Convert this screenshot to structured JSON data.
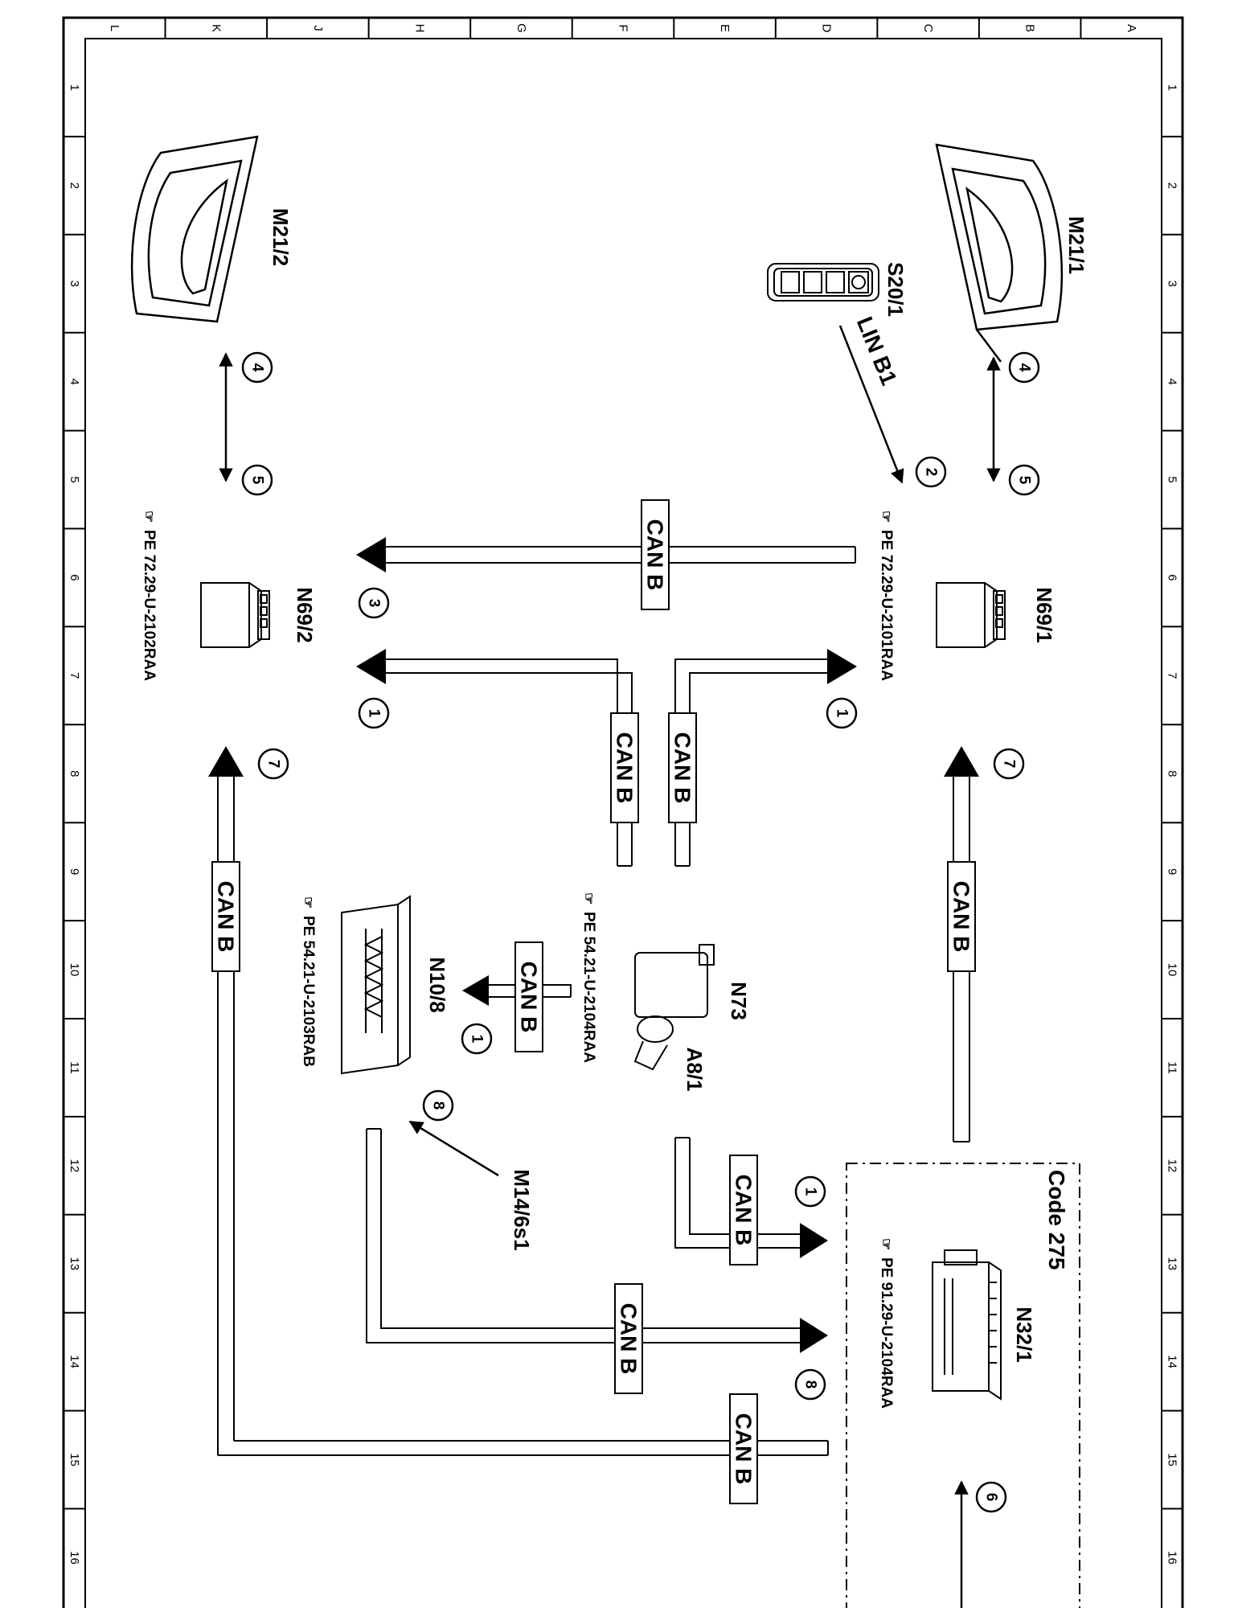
{
  "ruler": {
    "letters": [
      "L",
      "K",
      "J",
      "H",
      "G",
      "F",
      "E",
      "D",
      "C",
      "B",
      "A"
    ],
    "numbers": [
      "1",
      "2",
      "3",
      "4",
      "5",
      "6",
      "7",
      "8",
      "9",
      "10",
      "11",
      "12",
      "13",
      "14",
      "15",
      "16"
    ]
  },
  "components": {
    "m21_1": "M21/1",
    "m21_2": "M21/2",
    "s20_1": "S20/1",
    "n69_1": "N69/1",
    "n69_2": "N69/2",
    "n73": "N73",
    "a8_1": "A8/1",
    "n10_8": "N10/8",
    "m14_6s1": "M14/6s1",
    "n32_1": "N32/1",
    "code_275": "Code 275"
  },
  "references": {
    "n69_1_ref": "PE 72.29-U-2101RAA",
    "n69_2_ref": "PE 72.29-U-2102RAA",
    "n73_ref": "PE 54.21-U-2104RAA",
    "n10_8_ref": "PE 54.21-U-2103RAB",
    "n32_1_ref": "PE 91.29-U-2104RAA"
  },
  "bus": {
    "can_b": "CAN B",
    "lin_b1": "LIN B1"
  },
  "markers": {
    "m1": "1",
    "m2": "2",
    "m3": "3",
    "m4": "4",
    "m5": "5",
    "m6": "6",
    "m7": "7",
    "m8": "8"
  }
}
